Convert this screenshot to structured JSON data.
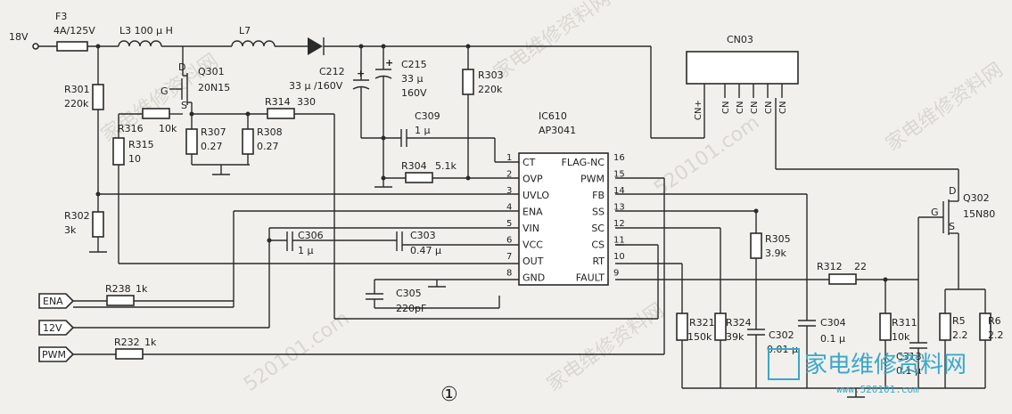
{
  "input": {
    "label": "18V"
  },
  "fuse": {
    "ref": "F3",
    "value": "4A/125V"
  },
  "inductors": {
    "l3": "L3  100 μ H",
    "l7": "L7"
  },
  "connector": {
    "ref": "CN03",
    "pins": [
      "CN+",
      "CN",
      "CN",
      "CN",
      "CN",
      "CN"
    ]
  },
  "ic": {
    "ref": "IC610",
    "part": "AP3041",
    "left": [
      {
        "num": "1",
        "name": "CT"
      },
      {
        "num": "2",
        "name": "OVP"
      },
      {
        "num": "3",
        "name": "UVLO"
      },
      {
        "num": "4",
        "name": "ENA"
      },
      {
        "num": "5",
        "name": "VIN"
      },
      {
        "num": "6",
        "name": "VCC"
      },
      {
        "num": "7",
        "name": "OUT"
      },
      {
        "num": "8",
        "name": "GND"
      }
    ],
    "right": [
      {
        "num": "16",
        "name": "FLAG-NC"
      },
      {
        "num": "15",
        "name": "PWM"
      },
      {
        "num": "14",
        "name": "FB"
      },
      {
        "num": "13",
        "name": "SS"
      },
      {
        "num": "12",
        "name": "SC"
      },
      {
        "num": "11",
        "name": "CS"
      },
      {
        "num": "10",
        "name": "RT"
      },
      {
        "num": "9",
        "name": "FAULT"
      }
    ]
  },
  "mosfets": {
    "q301": {
      "ref": "Q301",
      "part": "20N15",
      "d": "D",
      "g": "G",
      "s": "S"
    },
    "q302": {
      "ref": "Q302",
      "part": "15N80",
      "d": "D",
      "g": "G",
      "s": "S"
    }
  },
  "resistors": {
    "r301": {
      "ref": "R301",
      "value": "220k"
    },
    "r302": {
      "ref": "R302",
      "value": "3k"
    },
    "r303": {
      "ref": "R303",
      "value": "220k"
    },
    "r304": {
      "ref": "R304",
      "value": "5.1k"
    },
    "r305": {
      "ref": "R305",
      "value": "3.9k"
    },
    "r307": {
      "ref": "R307",
      "value": "0.27"
    },
    "r308": {
      "ref": "R308",
      "value": "0.27"
    },
    "r311": {
      "ref": "R311",
      "value": "10k"
    },
    "r312": {
      "ref": "R312",
      "value": "22"
    },
    "r314": {
      "ref": "R314",
      "value": "330"
    },
    "r315": {
      "ref": "R315",
      "value": "10"
    },
    "r316": {
      "ref": "R316",
      "value": "10k"
    },
    "r321": {
      "ref": "R321",
      "value": "150k"
    },
    "r324": {
      "ref": "R324",
      "value": "39k"
    },
    "r5": {
      "ref": "R5",
      "value": "2.2"
    },
    "r6": {
      "ref": "R6",
      "value": "2.2"
    },
    "r238": {
      "ref": "R238",
      "value": "1k"
    },
    "r232": {
      "ref": "R232",
      "value": "1k"
    }
  },
  "capacitors": {
    "c212": {
      "ref": "C212",
      "value": "33 μ /160V"
    },
    "c215": {
      "ref": "C215",
      "value1": "33 μ",
      "value2": "160V"
    },
    "c309": {
      "ref": "C309",
      "value": "1 μ"
    },
    "c306": {
      "ref": "C306",
      "value": "1 μ"
    },
    "c303": {
      "ref": "C303",
      "value": "0.47 μ"
    },
    "c305": {
      "ref": "C305",
      "value": "220pF"
    },
    "c302": {
      "ref": "C302",
      "value": "0.01 μ"
    },
    "c304": {
      "ref": "C304",
      "value": "0.1 μ"
    },
    "c313": {
      "ref": "C313",
      "value": "0.1 μ"
    }
  },
  "inputs": {
    "ena": "ENA",
    "v12": "12V",
    "pwm": "PWM"
  },
  "figure_number": "①",
  "watermark": {
    "site": "家电维修资料网",
    "url": "520101.com",
    "logo_cn": "家电维修资料网",
    "logo_url": "www.520101.com"
  }
}
